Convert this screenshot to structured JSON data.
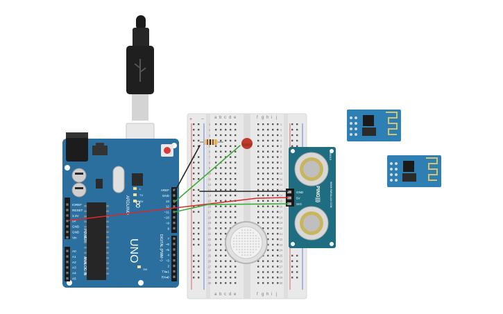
{
  "arduino": {
    "brand": "ARDUINO",
    "model": "UNO",
    "logo_symbol": "∞",
    "reset_label": "RESET",
    "power_header_labels": [
      "IOREF",
      "RESET",
      "3.3V",
      "5V",
      "GND",
      "GND",
      "Vin"
    ],
    "analog_header_labels": [
      "A0",
      "A1",
      "A2",
      "A3",
      "A4",
      "A5"
    ],
    "power_group_label": "POWER",
    "analog_group_label": "ANALOG IN",
    "top_digital_labels": [
      "AREF",
      "GND",
      "13",
      "12",
      "~11",
      "~10",
      "~9",
      "8"
    ],
    "bottom_digital_labels": [
      "7",
      "~6",
      "~5",
      "4",
      "~3",
      "2",
      "TX▸1",
      "RX◂0"
    ],
    "digital_group_label": "DIGITAL (PWM~)",
    "led_labels": [
      "L",
      "TX",
      "RX"
    ],
    "on_label": "ON"
  },
  "breadboard": {
    "column_letters_left": [
      "a",
      "b",
      "c",
      "d",
      "e"
    ],
    "column_letters_right": [
      "f",
      "g",
      "h",
      "i",
      "j"
    ],
    "row_numbers": [
      "1",
      "2",
      "3",
      "4",
      "5",
      "6",
      "7",
      "8",
      "9",
      "10",
      "11",
      "12",
      "13",
      "14",
      "15",
      "16",
      "17",
      "18",
      "19",
      "20",
      "21",
      "22",
      "23",
      "24",
      "25",
      "26",
      "27",
      "28",
      "29",
      "30"
    ],
    "rail_plus": "+",
    "rail_minus": "−"
  },
  "ultrasonic_sensor": {
    "name": "PING)))",
    "pin_labels": [
      "GND",
      "5V",
      "SIG"
    ],
    "side_text": "WWW.PARALLAX.COM",
    "model_code": "28015"
  },
  "wifi_modules": [
    {
      "name": "esp8266-module-1"
    },
    {
      "name": "esp8266-module-2"
    }
  ],
  "colors": {
    "board_blue": "#2a6f9e",
    "breadboard": "#e9e9e9",
    "wire_red": "#d62a2a",
    "wire_green": "#3aaa35",
    "wire_black": "#222222",
    "sensor_teal": "#1f6d80",
    "led_red": "#c0392b"
  }
}
